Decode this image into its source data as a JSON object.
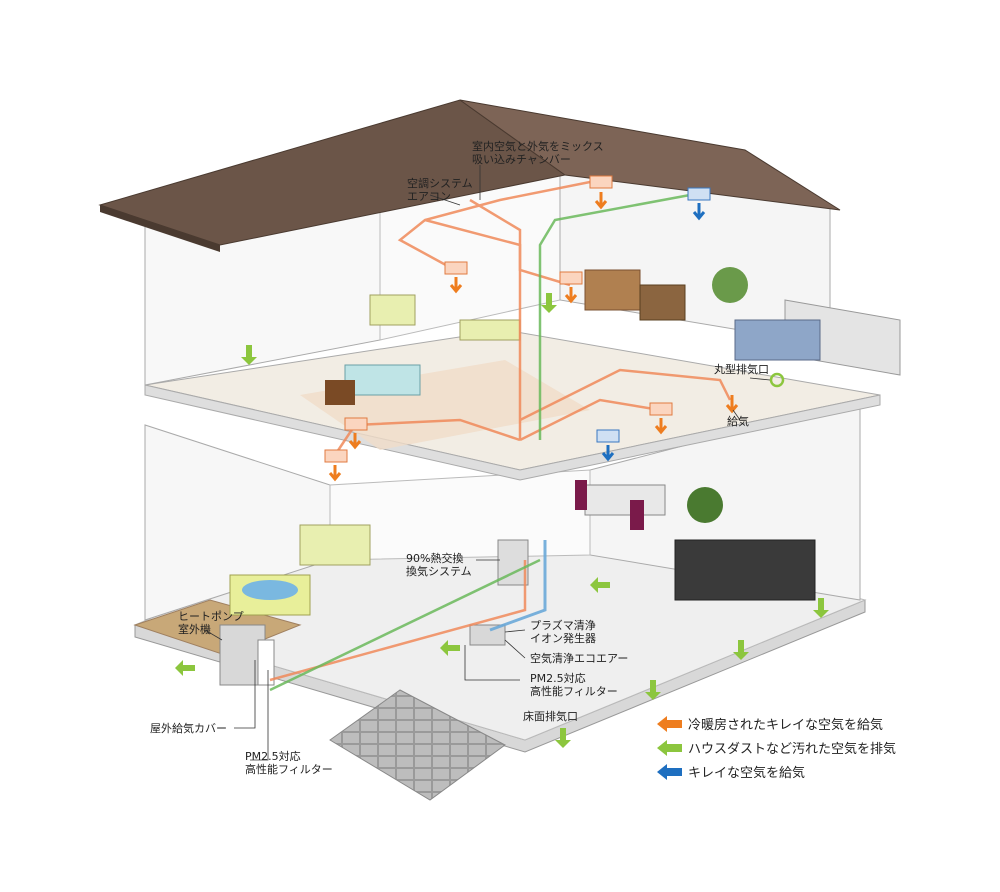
{
  "labels": {
    "chamber_line1": "室内空気と外気をミックス",
    "chamber_line2": "吸い込みチャンバー",
    "aircon_line1": "空調システム",
    "aircon_line2": "エアコン",
    "round_exhaust": "丸型排気口",
    "supply": "給気",
    "heat_exchange_line1": "90%熱交換",
    "heat_exchange_line2": "換気システム",
    "heat_pump_line1": "ヒートポンプ",
    "heat_pump_line2": "室外機",
    "plasma_line1": "プラズマ清浄",
    "plasma_line2": "イオン発生器",
    "eco_air": "空気清浄エコエアー",
    "pm25_center_line1": "PM2.5対応",
    "pm25_center_line2": "高性能フィルター",
    "floor_exhaust": "床面排気口",
    "outdoor_cover": "屋外給気カバー",
    "pm25_left_line1": "PM2.5対応",
    "pm25_left_line2": "高性能フィルター"
  },
  "legend": [
    {
      "text": "冷暖房されたキレイな空気を給気",
      "color": "#ee7d1f"
    },
    {
      "text": "ハウスダストなど汚れた空気を排気",
      "color": "#8cc63e"
    },
    {
      "text": "キレイな空気を給気",
      "color": "#1e6fc0"
    }
  ]
}
